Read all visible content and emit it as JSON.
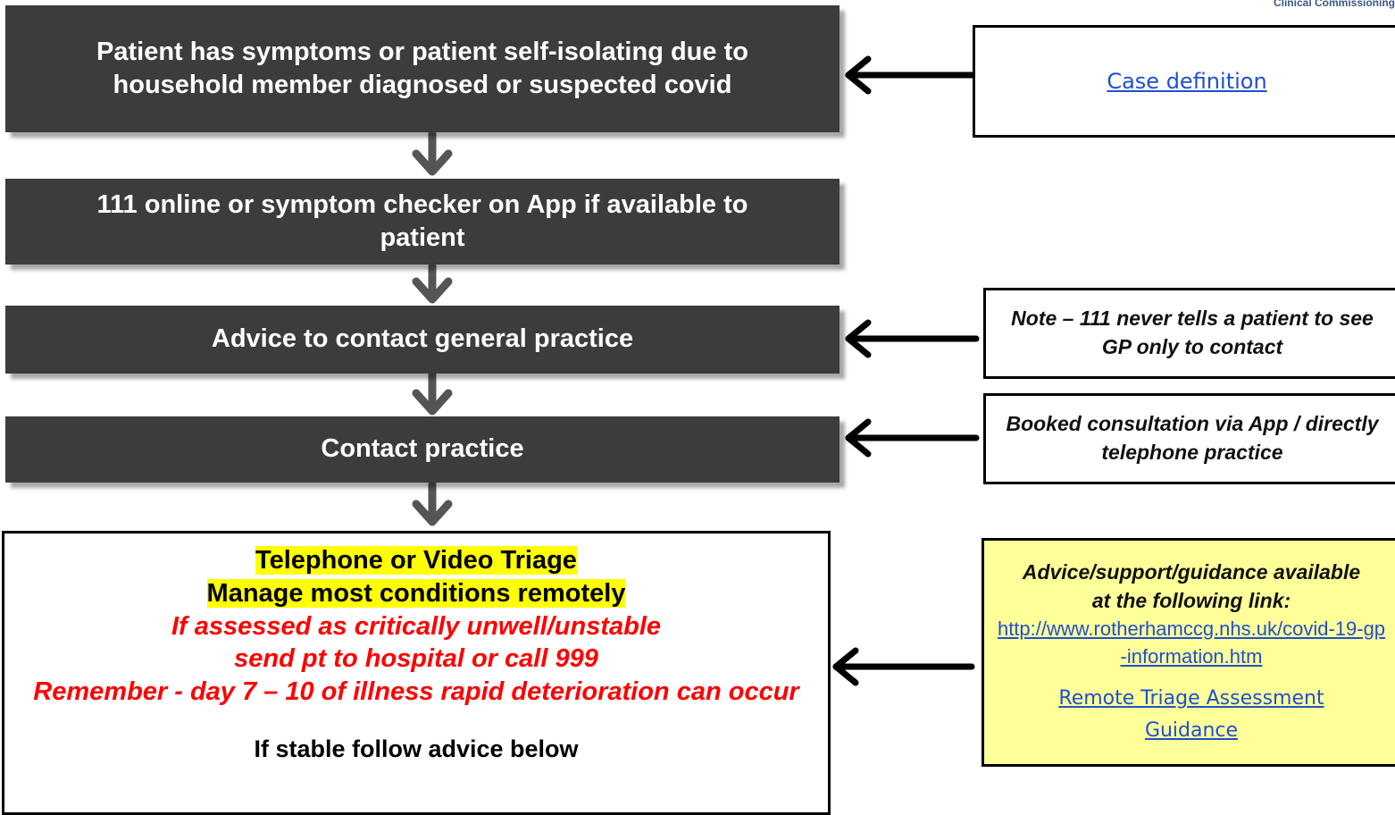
{
  "header": {
    "org": "Clinical Commissioning"
  },
  "flow": [
    {
      "text": "Patient has symptoms or patient self-isolating due to household member diagnosed or suspected covid"
    },
    {
      "text": "111 online or symptom checker on App if available to patient"
    },
    {
      "text": "Advice to contact general practice"
    },
    {
      "text": "Contact practice"
    }
  ],
  "triage": {
    "title": "Telephone or Video Triage",
    "subtitle": "Manage most conditions remotely",
    "warning1": "If assessed as critically unwell/unstable",
    "warning2": "send pt to hospital or call 999",
    "warning3": "Remember - day 7 – 10 of illness rapid deterioration can occur",
    "footer": "If stable follow advice below"
  },
  "side": {
    "case_link": "Case definition",
    "note1": "Note – 111 never tells a patient to see GP only to contact",
    "note2": "Booked consultation via App / directly telephone practice",
    "guidance_text": "Advice/support/guidance available at the following link:",
    "guidance_url": "http://www.rotherhamccg.nhs.uk/covid-19-gp-information.htm",
    "guidance_link2": "Remote Triage Assessment Guidance"
  },
  "colors": {
    "box_fill": "#3c3c3c",
    "highlight": "#ffff00",
    "warning_text": "#ff0000",
    "link": "#1f4fd1",
    "guidance_fill": "#ffff99"
  }
}
